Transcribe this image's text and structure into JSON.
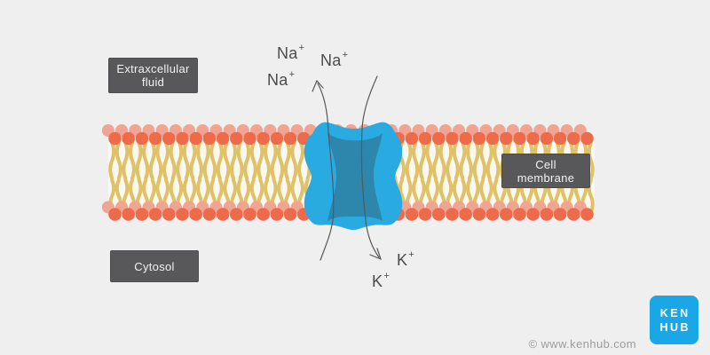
{
  "labels": {
    "extracellular": {
      "line1": "Extraxcellular",
      "line2": "fluid"
    },
    "cytosol": "Cytosol",
    "cell_membrane": {
      "line1": "Cell",
      "line2": "membrane"
    }
  },
  "ions": {
    "na": [
      {
        "symbol": "Na",
        "charge": "+"
      },
      {
        "symbol": "Na",
        "charge": "+"
      },
      {
        "symbol": "Na",
        "charge": "+"
      }
    ],
    "k": [
      {
        "symbol": "K",
        "charge": "+"
      },
      {
        "symbol": "K",
        "charge": "+"
      }
    ]
  },
  "watermark": "© www.kenhub.com",
  "logo": {
    "line1": "KEN",
    "line2": "HUB"
  },
  "colors": {
    "background": "#efefef",
    "label_box": "#58585a",
    "label_text": "#f2f2f2",
    "lipid_head_dark": "#ed6a4b",
    "lipid_head_light": "#f2a492",
    "lipid_tail": "#dfc267",
    "membrane_interior": "#faf8f1",
    "channel_outer": "#29abe2",
    "channel_inner": "#2d86ab",
    "arrow": "#58585c",
    "ion_text": "#4b4b4d",
    "watermark_text": "#9c9c9c",
    "logo_blue": "#1aa7e8"
  }
}
